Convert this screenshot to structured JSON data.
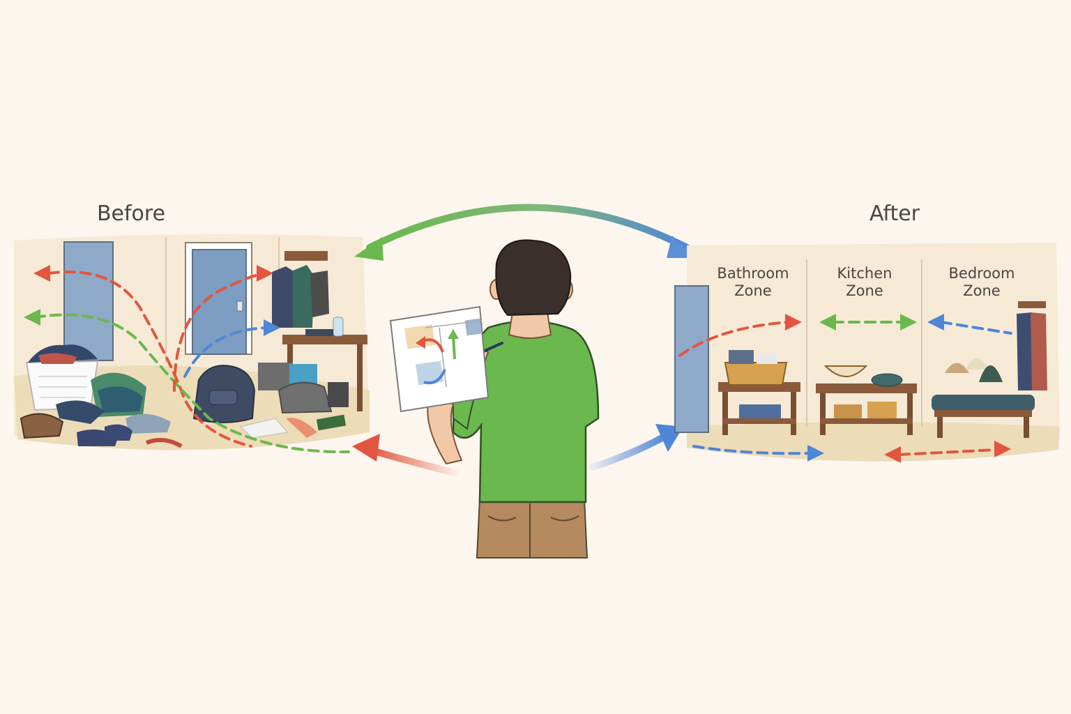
{
  "before": {
    "title": "Before"
  },
  "after": {
    "title": "After",
    "zones": [
      {
        "line1": "Bathroom",
        "line2": "Zone"
      },
      {
        "line1": "Kitchen",
        "line2": "Zone"
      },
      {
        "line1": "Bedroom",
        "line2": "Zone"
      }
    ]
  },
  "colors": {
    "background": "#fcf6ef",
    "shirt": "#6bb84e",
    "pants": "#b48a5e",
    "hair": "#3a2f2a",
    "arrow_red": "#e2553f",
    "arrow_green": "#6bb84e",
    "arrow_blue": "#4f86d6",
    "door": "#8fa9c9",
    "wall": "#f5e8d2",
    "floor": "#e9d8b4",
    "wood": "#8a5a3a"
  }
}
